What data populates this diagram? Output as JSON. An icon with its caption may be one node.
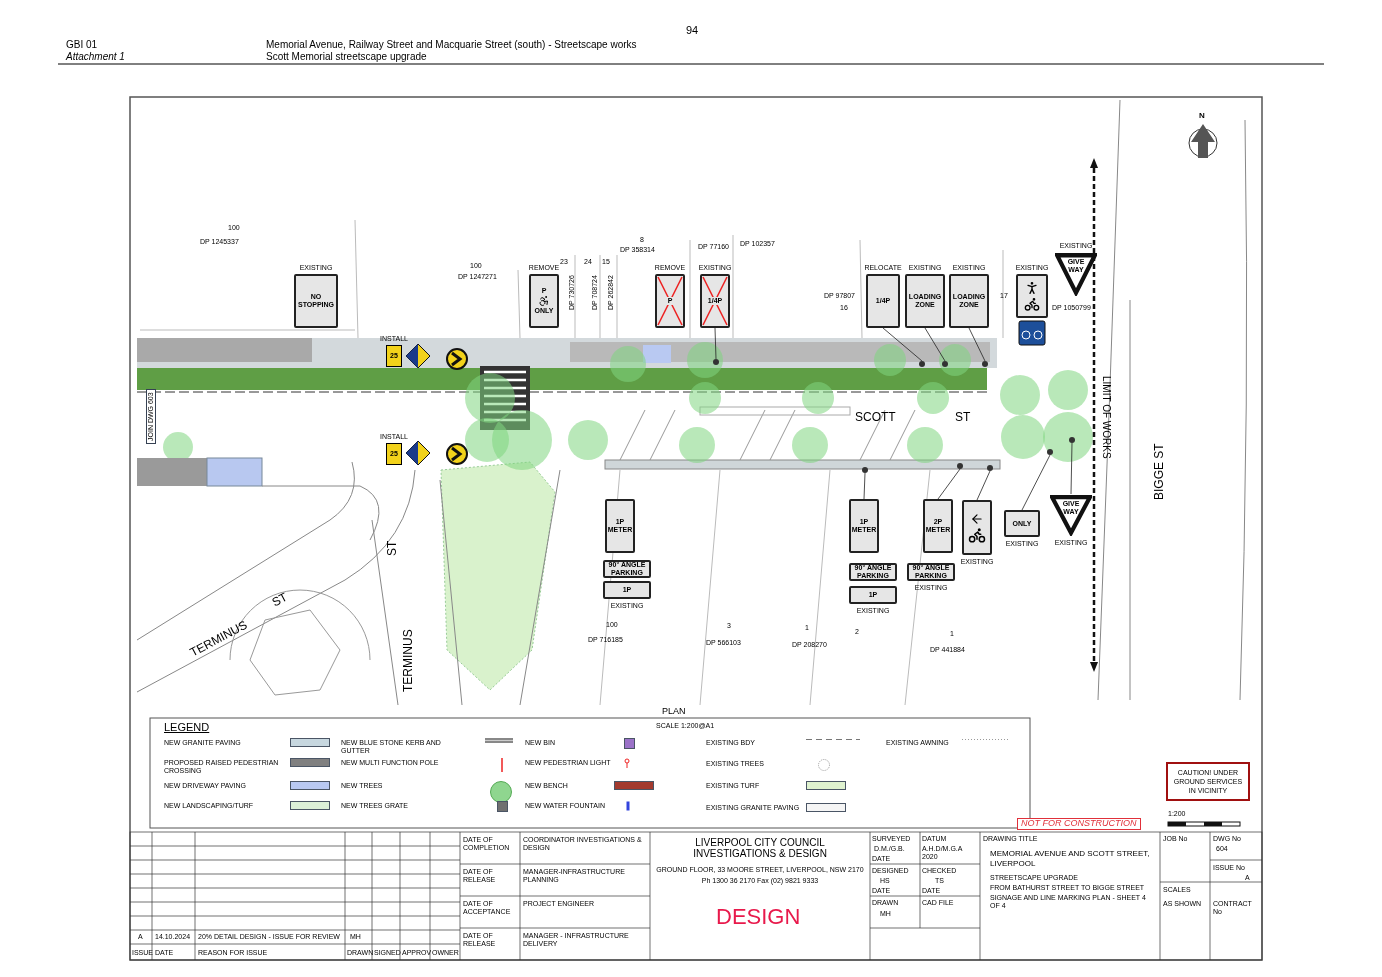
{
  "diagram": {
    "nodes": [
      {
        "text": [
          "NO STOPPING"
        ],
        "beside": [
          "EXISTING"
        ]
      },
      {
        "text": [
          "P",
          "ONLY"
        ],
        "beside": [
          "REMOVE"
        ]
      },
      {
        "text": [
          "P"
        ],
        "beside": [
          "REMOVE"
        ]
      },
      {
        "text": [
          "1/4P"
        ],
        "beside": [
          "EXISTING"
        ]
      },
      {
        "text": [
          "1/4P"
        ],
        "beside": [
          "RELOCATE"
        ]
      },
      {
        "text": [
          "LOADING ZONE"
        ],
        "beside": [
          "EXISTING"
        ]
      },
      {
        "text": [
          "LOADING ZONE"
        ],
        "beside": [
          "EXISTING"
        ]
      },
      {
        "text": [],
        "shape": "picture",
        "beside": [
          "EXISTING"
        ]
      },
      {
        "text": [
          "GIVE WAY"
        ],
        "beside": [
          "EXISTING"
        ]
      },
      {
        "text": [
          "1P METER"
        ]
      },
      {
        "text": [
          "90° ANGLE PARKING"
        ]
      },
      {
        "text": [
          "1P"
        ],
        "beside": [
          "EXISTING"
        ]
      },
      {
        "text": [
          "1P METER"
        ]
      },
      {
        "text": [
          "90° ANGLE PARKING"
        ]
      },
      {
        "text": [
          "1P"
        ],
        "beside": [
          "EXISTING"
        ]
      },
      {
        "text": [
          "2P METER"
        ]
      },
      {
        "text": [
          "90° ANGLE PARKING"
        ],
        "beside": [
          "EXISTING"
        ]
      },
      {
        "text": [],
        "shape": "picture",
        "beside": [
          "EXISTING"
        ]
      },
      {
        "text": [
          "ONLY"
        ],
        "beside": [
          "EXISTING"
        ]
      },
      {
        "text": [
          "GIVE WAY"
        ],
        "beside": [
          "EXISTING"
        ]
      },
      {
        "text": [
          "25"
        ],
        "beside": [
          "INSTALL"
        ]
      },
      {
        "text": [
          "25"
        ],
        "beside": [
          "INSTALL"
        ]
      },
      {
        "text": [],
        "shape": "circle"
      },
      {
        "text": [],
        "shape": "circle"
      },
      {
        "text": [],
        "shape": "circle"
      },
      {
        "text": [],
        "shape": "circle"
      },
      {
        "text": [],
        "shape": "circle"
      },
      {
        "text": [],
        "shape": "circle"
      },
      {
        "text": [],
        "shape": "circle"
      },
      {
        "text": [],
        "shape": "circle"
      },
      {
        "text": [],
        "shape": "circle"
      }
    ],
    "edges": [
      {
        "from": 3,
        "to": 22,
        "arrow": "none"
      },
      {
        "from": 4,
        "to": 23,
        "arrow": "none"
      },
      {
        "from": 5,
        "to": 24,
        "arrow": "none"
      },
      {
        "from": 6,
        "to": 25,
        "arrow": "none"
      },
      {
        "from": 12,
        "to": 26,
        "arrow": "none"
      },
      {
        "from": 15,
        "to": 27,
        "arrow": "none"
      },
      {
        "from": 17,
        "to": 28,
        "arrow": "none"
      },
      {
        "from": 18,
        "to": 29,
        "arrow": "none"
      },
      {
        "from": 19,
        "to": 30,
        "arrow": "none"
      }
    ],
    "labels": [
      "94",
      "GBI 01",
      "Attachment 1",
      "Memorial Avenue, Railway Street and Macquarie Street (south) - Streetscape works",
      "Scott Memorial streetscape upgrade",
      "N",
      "DP 1245337",
      "100",
      "100",
      "DP 1247271",
      "23",
      "24",
      "15",
      "DP 730726",
      "DP 708724",
      "DP 262842",
      "8",
      "DP 358314",
      "DP 77160",
      "DP 102357",
      "DP 97807",
      "17",
      "16",
      "DP 1050799",
      "SCOTT",
      "ST",
      "JOIN DWG 603",
      "TERMINUS",
      "ST",
      "ST",
      "TERMINUS",
      "LIMIT OF WORKS",
      "BIGGE ST",
      "100",
      "DP 716185",
      "3",
      "DP 566103",
      "1",
      "DP 208270",
      "2",
      "1",
      "DP 441884",
      "PLAN",
      "LEGEND",
      "SCALE 1:200@A1",
      "NOT FOR CONSTRUCTION",
      "CAUTION! UNDER GROUND SERVICES IN VICINITY",
      "1:200",
      "A",
      "14.10.2024",
      "20% DETAIL DESIGN - ISSUE FOR REVIEW",
      "MH",
      "ISSUE",
      "DATE",
      "REASON FOR ISSUE",
      "DRAWN",
      "SIGNED",
      "APPROV",
      "OWNER",
      "DATE OF COMPLETION",
      "COORDINATOR INVESTIGATIONS & DESIGN",
      "DATE OF RELEASE",
      "MANAGER-INFRASTRUCTURE PLANNING",
      "DATE OF ACCEPTANCE",
      "PROJECT ENGINEER",
      "DATE OF RELEASE",
      "MANAGER - INFRASTRUCTURE DELIVERY",
      "LIVERPOOL CITY COUNCIL INVESTIGATIONS & DESIGN",
      "GROUND FLOOR, 33 MOORE STREET, LIVERPOOL, NSW 2170",
      "Ph 1300 36 2170   Fax (02) 9821 9333",
      "DESIGN",
      "SURVEYED",
      "DATUM",
      "D.M./G.B.",
      "A.H.D/M.G.A 2020",
      "DATE",
      "DESIGNED",
      "CHECKED",
      "HS",
      "TS",
      "DATE",
      "DATE",
      "DRAWN",
      "CAD FILE",
      "MH",
      "DRAWING TITLE",
      "MEMORIAL AVENUE AND SCOTT STREET, LIVERPOOL",
      "STREETSCAPE UPGRADE",
      "FROM BATHURST STREET TO BIGGE STREET",
      "SIGNAGE AND LINE MARKING PLAN - SHEET 4 OF 4",
      "JOB No",
      "DWG No",
      "604",
      "ISSUE No",
      "A",
      "SCALES",
      "AS SHOWN",
      "CONTRACT No"
    ],
    "legend": [
      {
        "text": "NEW GRANITE PAVING",
        "color": "#c7d7df"
      },
      {
        "text": "PROPOSED RAISED PEDESTRIAN CROSSING",
        "color": "#808080"
      },
      {
        "text": "NEW DRIVEWAY PAVING",
        "color": "#b9c9f2"
      },
      {
        "text": "NEW LANDSCAPING/TURF",
        "color": "#dcf0d8"
      },
      {
        "text": "NEW BLUE STONE KERB AND GUTTER"
      },
      {
        "text": "NEW MULTI FUNCTION POLE"
      },
      {
        "text": "NEW TREES"
      },
      {
        "text": "NEW TREES GRATE",
        "color": "#707070"
      },
      {
        "text": "NEW BIN",
        "color": "#9b72c8"
      },
      {
        "text": "NEW PEDESTRIAN LIGHT"
      },
      {
        "text": "NEW BENCH",
        "color": "#a33a2e"
      },
      {
        "text": "NEW WATER FOUNTAIN"
      },
      {
        "text": "EXISTING BDY"
      },
      {
        "text": "EXISTING TREES"
      },
      {
        "text": "EXISTING TURF",
        "color": "#dff2cf"
      },
      {
        "text": "EXISTING GRANITE PAVING",
        "color": "#f5f5f5"
      },
      {
        "text": "EXISTING AWNING"
      }
    ]
  }
}
